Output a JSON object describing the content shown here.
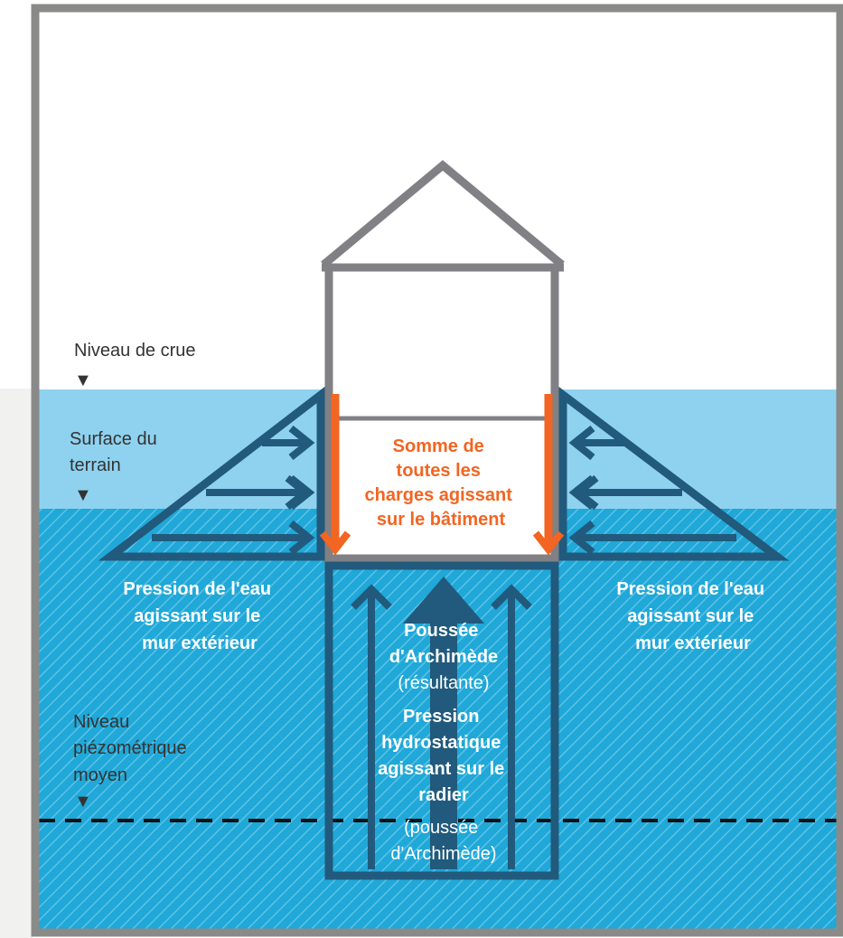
{
  "labels": {
    "flood_level": "Niveau de crue",
    "ground_surface": [
      "Surface du",
      "terrain"
    ],
    "groundwater_level": [
      "Niveau",
      "piézométrique",
      "moyen"
    ],
    "total_loads": [
      "Somme de",
      "toutes les",
      "charges agissant",
      "sur le bâtiment"
    ],
    "wall_pressure_left": [
      "Pression de l'eau",
      "agissant sur le",
      "mur extérieur"
    ],
    "wall_pressure_right": [
      "Pression de l'eau",
      "agissant sur le",
      "mur extérieur"
    ],
    "buoyancy": [
      "Poussée",
      "d'Archimède"
    ],
    "buoyancy_note": "(résultante)",
    "hydrostatic": [
      "Pression",
      "hydrostatique",
      "agissant sur le",
      "radier"
    ],
    "hydrostatic_note": [
      "(poussée",
      "d'Archimède)"
    ]
  },
  "level_marker_glyph": "▼",
  "colors": {
    "frame": "#8a8a89",
    "house": "#808085",
    "flood_water": "#8fd2ef",
    "ground_water": "#1fa8d8",
    "hatch": "#5ec1e6",
    "pressure_navy": "#215a7c",
    "load_orange": "#f26522",
    "label_text": "#333333"
  }
}
